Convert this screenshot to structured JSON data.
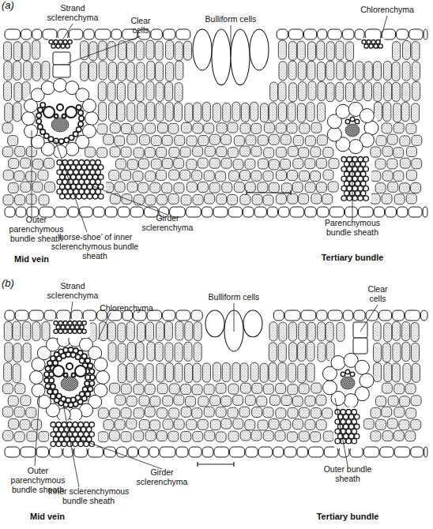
{
  "diagram": {
    "labels": [
      "(a)",
      "Strand sclerenchyma",
      "Clear cells",
      "Bulliform cells",
      "Chlorenchyma",
      "Outer parenchymous bundle sheath",
      "‘horse-shoe’ of inner sclerenchymous bundle sheath",
      "Girder sclerenchyma",
      "Parenchymous bundle sheath",
      "Mid vein",
      "Tertiary bundle",
      "(b)",
      "Strand sclerenchyma",
      "Chlorenchyma",
      "Bulliform cells",
      "Clear cells",
      "Outer parenchymous bundle sheath",
      "Inner sclerenchymous bundle sheath",
      "Girder sclerenchyma",
      "Outer bundle sheath",
      "Mid vein",
      "Tertiary bundle"
    ]
  }
}
